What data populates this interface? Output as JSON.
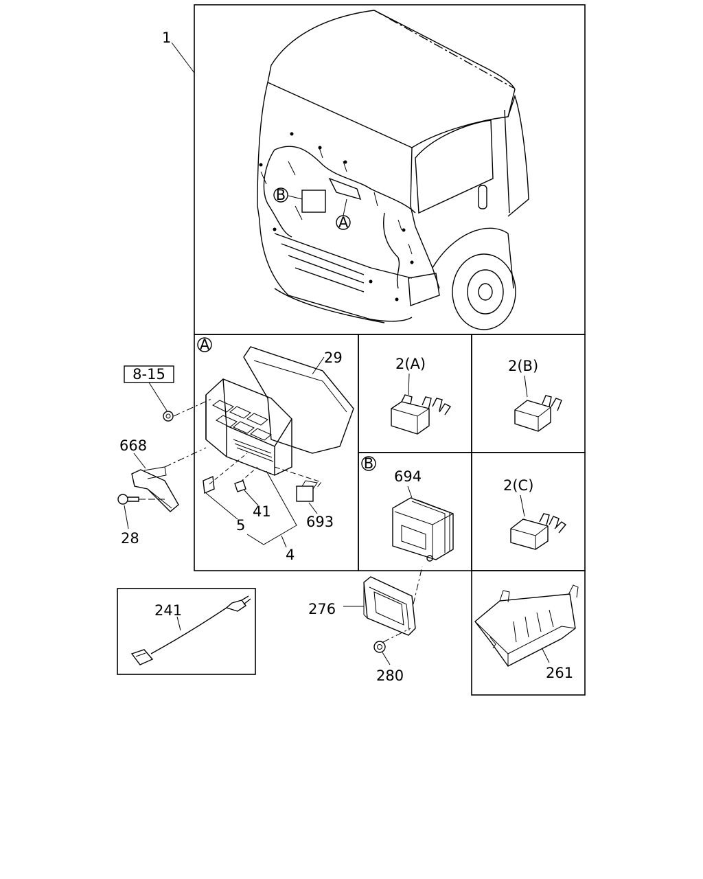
{
  "labels": {
    "harness": "1",
    "ref_8_15": "8-15",
    "p29": "29",
    "p668": "668",
    "p28": "28",
    "p5": "5",
    "p41": "41",
    "p693": "693",
    "p4": "4",
    "p2a": "2(A)",
    "p2b": "2(B)",
    "p694": "694",
    "p2c": "2(C)",
    "p241": "241",
    "p276": "276",
    "p280": "280",
    "p261": "261"
  },
  "callouts": {
    "A": "A",
    "B": "B"
  }
}
